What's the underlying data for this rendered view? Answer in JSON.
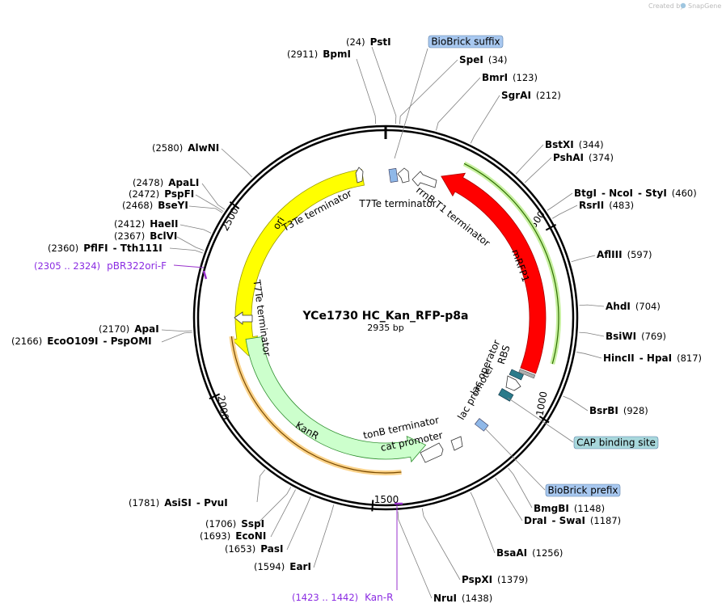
{
  "plasmid": {
    "name": "YCe1730 HC_Kan_RFP-p8a",
    "length_label": "2935 bp",
    "length": 2935
  },
  "credit": {
    "text": "Created by",
    "brand": "SnapGene"
  },
  "ruler_ticks": [
    {
      "pos": 500,
      "label": "500"
    },
    {
      "pos": 1000,
      "label": "1000"
    },
    {
      "pos": 1500,
      "label": "1500"
    },
    {
      "pos": 2000,
      "label": "2000"
    },
    {
      "pos": 2500,
      "label": "2500"
    }
  ],
  "sites": [
    {
      "id": "psti",
      "parts": [
        {
          "t": "(24)",
          "pos": true
        },
        {
          "t": "PstI"
        }
      ],
      "bp": 24
    },
    {
      "id": "bpmi",
      "parts": [
        {
          "t": "(2911)",
          "pos": true
        },
        {
          "t": "BpmI"
        }
      ],
      "bp": 2911
    },
    {
      "id": "spei",
      "parts": [
        {
          "t": "SpeI"
        },
        {
          "t": "(34)",
          "pos": true
        }
      ],
      "bp": 34
    },
    {
      "id": "bmri",
      "parts": [
        {
          "t": "BmrI"
        },
        {
          "t": "(123)",
          "pos": true
        }
      ],
      "bp": 123
    },
    {
      "id": "sgrai",
      "parts": [
        {
          "t": "SgrAI"
        },
        {
          "t": "(212)",
          "pos": true
        }
      ],
      "bp": 212
    },
    {
      "id": "bstxi",
      "parts": [
        {
          "t": "BstXI"
        },
        {
          "t": "(344)",
          "pos": true
        }
      ],
      "bp": 344
    },
    {
      "id": "pshai",
      "parts": [
        {
          "t": "PshAI"
        },
        {
          "t": "(374)",
          "pos": true
        }
      ],
      "bp": 374
    },
    {
      "id": "btgi",
      "parts": [
        {
          "t": "BtgI"
        },
        {
          "t": "- NcoI"
        },
        {
          "t": "- StyI"
        },
        {
          "t": "(460)",
          "pos": true
        }
      ],
      "bp": 460
    },
    {
      "id": "rsrii",
      "parts": [
        {
          "t": "RsrII"
        },
        {
          "t": "(483)",
          "pos": true
        }
      ],
      "bp": 483
    },
    {
      "id": "aflii",
      "parts": [
        {
          "t": "AflIII"
        },
        {
          "t": "(597)",
          "pos": true
        }
      ],
      "bp": 597
    },
    {
      "id": "ahdi",
      "parts": [
        {
          "t": "AhdI"
        },
        {
          "t": "(704)",
          "pos": true
        }
      ],
      "bp": 704
    },
    {
      "id": "bsiwi",
      "parts": [
        {
          "t": "BsiWI"
        },
        {
          "t": "(769)",
          "pos": true
        }
      ],
      "bp": 769
    },
    {
      "id": "hincii",
      "parts": [
        {
          "t": "HincII"
        },
        {
          "t": "- HpaI"
        },
        {
          "t": "(817)",
          "pos": true
        }
      ],
      "bp": 817
    },
    {
      "id": "bsrbi",
      "parts": [
        {
          "t": "BsrBI"
        },
        {
          "t": "(928)",
          "pos": true
        }
      ],
      "bp": 928
    },
    {
      "id": "bmgbi",
      "parts": [
        {
          "t": "BmgBI"
        },
        {
          "t": "(1148)",
          "pos": true
        }
      ],
      "bp": 1148
    },
    {
      "id": "drai",
      "parts": [
        {
          "t": "DraI"
        },
        {
          "t": "- SwaI"
        },
        {
          "t": "(1187)",
          "pos": true
        }
      ],
      "bp": 1187
    },
    {
      "id": "bsaai",
      "parts": [
        {
          "t": "BsaAI"
        },
        {
          "t": "(1256)",
          "pos": true
        }
      ],
      "bp": 1256
    },
    {
      "id": "pspxi",
      "parts": [
        {
          "t": "PspXI"
        },
        {
          "t": "(1379)",
          "pos": true
        }
      ],
      "bp": 1379
    },
    {
      "id": "nrui",
      "parts": [
        {
          "t": "NruI"
        },
        {
          "t": "(1438)",
          "pos": true
        }
      ],
      "bp": 1438
    },
    {
      "id": "eari",
      "parts": [
        {
          "t": "(1594)",
          "pos": true
        },
        {
          "t": "EarI"
        }
      ],
      "bp": 1594
    },
    {
      "id": "pasi",
      "parts": [
        {
          "t": "(1653)",
          "pos": true
        },
        {
          "t": "PasI"
        }
      ],
      "bp": 1653
    },
    {
      "id": "econi",
      "parts": [
        {
          "t": "(1693)",
          "pos": true
        },
        {
          "t": "EcoNI"
        }
      ],
      "bp": 1693
    },
    {
      "id": "sspi",
      "parts": [
        {
          "t": "(1706)",
          "pos": true
        },
        {
          "t": "SspI"
        }
      ],
      "bp": 1706
    },
    {
      "id": "asisi",
      "parts": [
        {
          "t": "(1781)",
          "pos": true
        },
        {
          "t": "AsiSI"
        },
        {
          "t": "- PvuI"
        }
      ],
      "bp": 1781
    },
    {
      "id": "apai",
      "parts": [
        {
          "t": "(2170)",
          "pos": true
        },
        {
          "t": "ApaI"
        }
      ],
      "bp": 2170
    },
    {
      "id": "ecoo109i",
      "parts": [
        {
          "t": "(2166)",
          "pos": true
        },
        {
          "t": "EcoO109I"
        },
        {
          "t": "- PspOMI"
        }
      ],
      "bp": 2166
    },
    {
      "id": "pflfi",
      "parts": [
        {
          "t": "(2360)",
          "pos": true
        },
        {
          "t": "PflFI"
        },
        {
          "t": "- Tth111I"
        }
      ],
      "bp": 2360
    },
    {
      "id": "bclvi",
      "parts": [
        {
          "t": "(2367)",
          "pos": true
        },
        {
          "t": "BclVI"
        }
      ],
      "bp": 2367
    },
    {
      "id": "haeii",
      "parts": [
        {
          "t": "(2412)",
          "pos": true
        },
        {
          "t": "HaeII"
        }
      ],
      "bp": 2412
    },
    {
      "id": "bseyi",
      "parts": [
        {
          "t": "(2468)",
          "pos": true
        },
        {
          "t": "BseYI"
        }
      ],
      "bp": 2468
    },
    {
      "id": "pspfi",
      "parts": [
        {
          "t": "(2472)",
          "pos": true
        },
        {
          "t": "PspFI"
        }
      ],
      "bp": 2472
    },
    {
      "id": "apali",
      "parts": [
        {
          "t": "(2478)",
          "pos": true
        },
        {
          "t": "ApaLI"
        }
      ],
      "bp": 2478
    },
    {
      "id": "alwni",
      "parts": [
        {
          "t": "(2580)",
          "pos": true
        },
        {
          "t": "AlwNI"
        }
      ],
      "bp": 2580
    }
  ],
  "features": [
    {
      "id": "mrfp1",
      "label": "mRFP1",
      "color": "#ff0000"
    },
    {
      "id": "ori",
      "label": "ori",
      "color": "#ffff00"
    },
    {
      "id": "kanr",
      "label": "KanR",
      "color": "#ccffcc"
    },
    {
      "id": "rrnb",
      "label": "rrnB T1 terminator"
    },
    {
      "id": "t7te1",
      "label": "T7Te terminator"
    },
    {
      "id": "t3te",
      "label": "T3Te terminator"
    },
    {
      "id": "t7te2",
      "label": "T7Te terminator"
    },
    {
      "id": "rbs",
      "label": "RBS"
    },
    {
      "id": "lacop",
      "label": "lac operator"
    },
    {
      "id": "lacpro",
      "label": "lac promoter"
    },
    {
      "id": "tonb",
      "label": "tonB terminator"
    },
    {
      "id": "catpro",
      "label": "cat promoter"
    }
  ],
  "boxed_labels": [
    {
      "id": "biobrick-suffix",
      "label": "BioBrick suffix",
      "color": "#a8c8f0"
    },
    {
      "id": "cap-site",
      "label": "CAP binding site",
      "color": "#a8d8dc"
    },
    {
      "id": "biobrick-prefix",
      "label": "BioBrick prefix",
      "color": "#a8c8f0"
    }
  ],
  "primers": [
    {
      "id": "pbr322ori",
      "range": "(2305 .. 2324)",
      "name": "pBR322ori-F",
      "color": "#9932cc"
    },
    {
      "id": "kan-r",
      "range": "(1423 .. 1442)",
      "name": "Kan-R",
      "color": "#9932cc"
    }
  ]
}
